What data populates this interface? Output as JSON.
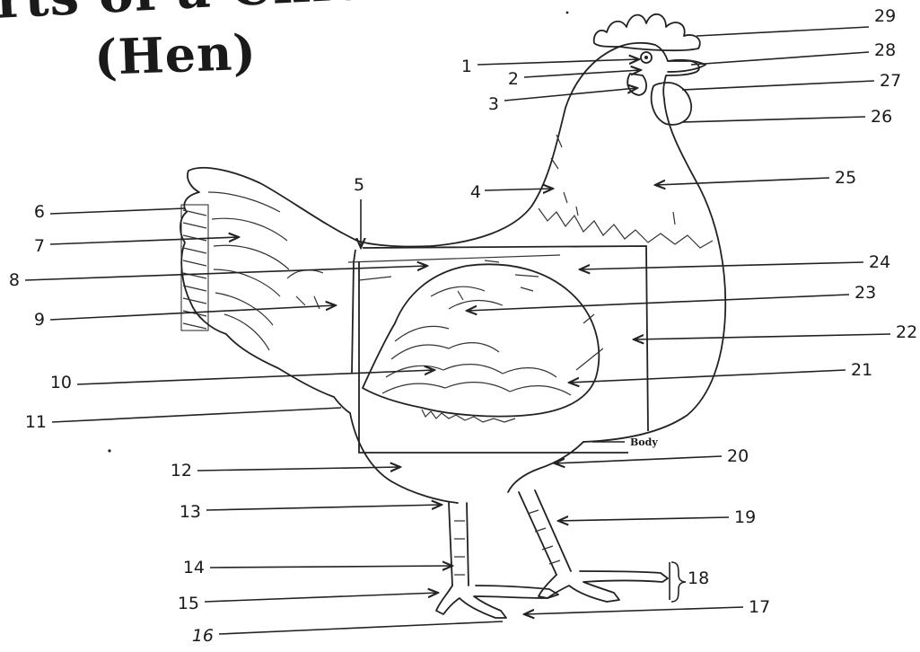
{
  "title": {
    "line1": "rts of a Chicken",
    "line2": "(Hen)"
  },
  "body_box_label": "Body",
  "labels": [
    {
      "n": "1"
    },
    {
      "n": "2"
    },
    {
      "n": "3"
    },
    {
      "n": "4"
    },
    {
      "n": "5"
    },
    {
      "n": "6"
    },
    {
      "n": "7"
    },
    {
      "n": "8"
    },
    {
      "n": "9"
    },
    {
      "n": "10"
    },
    {
      "n": "11"
    },
    {
      "n": "12"
    },
    {
      "n": "13"
    },
    {
      "n": "14"
    },
    {
      "n": "15"
    },
    {
      "n": "16"
    },
    {
      "n": "17"
    },
    {
      "n": "18"
    },
    {
      "n": "19"
    },
    {
      "n": "20"
    },
    {
      "n": "21"
    },
    {
      "n": "22"
    },
    {
      "n": "23"
    },
    {
      "n": "24"
    },
    {
      "n": "25"
    },
    {
      "n": "26"
    },
    {
      "n": "27"
    },
    {
      "n": "28"
    },
    {
      "n": "29"
    }
  ]
}
